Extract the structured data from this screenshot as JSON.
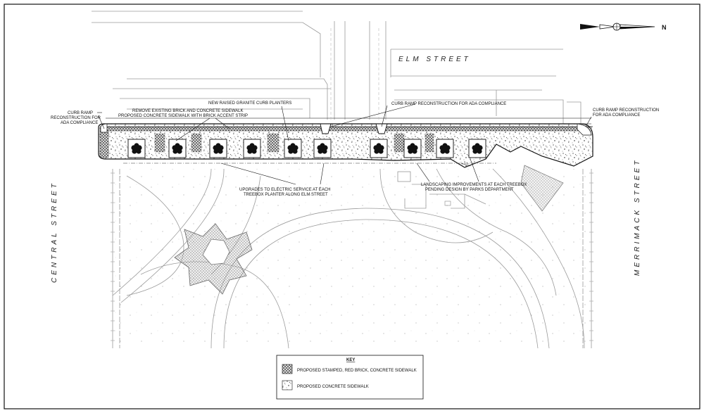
{
  "streets": {
    "elm": "ELM STREET",
    "central": "CENTRAL STREET",
    "merrimack": "MERRIMACK STREET"
  },
  "north_arrow": {
    "label": "N"
  },
  "callouts": {
    "curb_ramp_left": [
      "CURB RAMP",
      "RECONSTRUCTION FOR",
      "ADA COMPLIANCE"
    ],
    "remove_existing": [
      "REMOVE EXISTING BRICK AND CONCRETE SIDEWALK",
      "PROPOSED CONCRETE SIDEWALK WITH BRICK ACCENT STRIP"
    ],
    "new_planters": [
      "NEW RAISED GRANITE CURB PLANTERS"
    ],
    "curb_ramp_center": [
      "CURB RAMP RECONSTRUCTION FOR ADA COMPLIANCE"
    ],
    "curb_ramp_right": [
      "CURB RAMP RECONSTRUCTION",
      "FOR ADA COMPLIANCE"
    ],
    "electric": [
      "UPGRADES TO ELECTRIC SERVICE AT EACH",
      "TREEBOX PLANTER ALONG ELM STREET"
    ],
    "landscaping": [
      "LANDSCAPING IMPROVEMENTS AT EACH TREEBOX",
      "PENDING DESIGN BY PARKS DEPARTMENT"
    ]
  },
  "key": {
    "title": "KEY",
    "items": [
      {
        "label": "PROPOSED STAMPED, RED BRICK, CONCRETE SIDEWALK",
        "pattern": "brick"
      },
      {
        "label": "PROPOSED CONCRETE SIDEWALK",
        "pattern": "concrete"
      }
    ]
  },
  "colors": {
    "linework": "#9a9a9a",
    "ink": "#111111",
    "paper": "#ffffff"
  }
}
